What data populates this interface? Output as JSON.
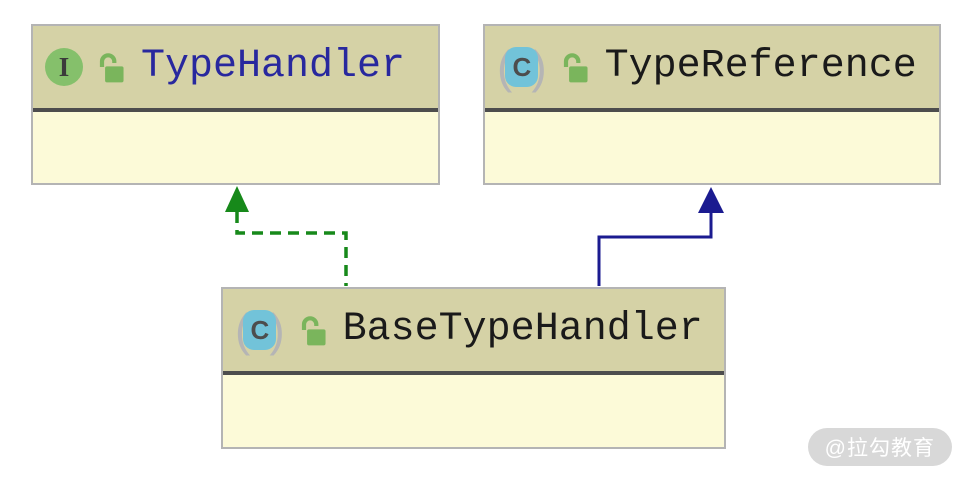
{
  "diagram": {
    "type": "uml-class-diagram",
    "nodes": [
      {
        "name": "TypeHandler",
        "kind": "interface",
        "icon_letter": "I",
        "visibility": "public",
        "title_color": "#28289e"
      },
      {
        "name": "TypeReference",
        "kind": "class",
        "icon_letter": "C",
        "visibility": "public",
        "title_color": "#1a1a1a"
      },
      {
        "name": "BaseTypeHandler",
        "kind": "class",
        "icon_letter": "C",
        "visibility": "public",
        "title_color": "#1a1a1a"
      }
    ],
    "relations": [
      {
        "type": "implements",
        "from": "BaseTypeHandler",
        "to": "TypeHandler",
        "line_style": "dashed",
        "color": "#17891a"
      },
      {
        "type": "extends",
        "from": "BaseTypeHandler",
        "to": "TypeReference",
        "line_style": "solid",
        "color": "#1b1b90"
      }
    ],
    "colors": {
      "header_bg": "#d5d2a6",
      "body_bg": "#fcfad8",
      "separator": "#4d4d4d",
      "border": "#b4b4b4",
      "interface_icon_bg": "#85c06b",
      "class_icon_bg": "#72c3d9",
      "lock_icon": "#7ab55c",
      "paren": "#b5b5b5"
    },
    "class_icon_parens": {
      "open": "(",
      "close": ")"
    }
  },
  "watermark": {
    "text": "@拉勾教育",
    "bg": "#d8d8d8",
    "text_color": "#ffffff"
  }
}
